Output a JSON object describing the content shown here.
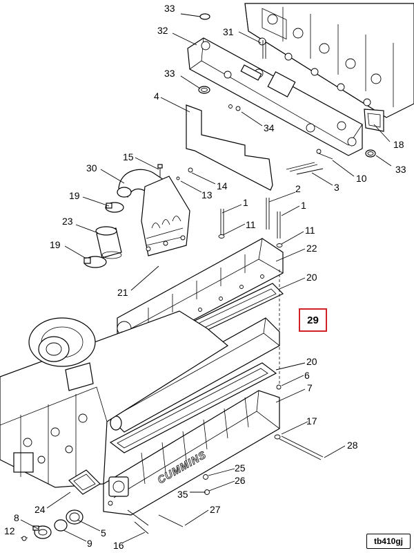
{
  "diagram": {
    "highlighted_callout": "29",
    "reference_code": "tb410gj",
    "brand_text": "CUMMINS",
    "highlight_color": "#d21f26",
    "callouts": [
      "33",
      "31",
      "32",
      "33",
      "4",
      "34",
      "18",
      "33",
      "10",
      "3",
      "15",
      "14",
      "13",
      "30",
      "19",
      "23",
      "19",
      "2",
      "1",
      "1",
      "11",
      "11",
      "22",
      "21",
      "20",
      "20",
      "6",
      "7",
      "17",
      "28",
      "25",
      "26",
      "35",
      "27",
      "24",
      "8",
      "5",
      "9",
      "12",
      "16"
    ]
  }
}
